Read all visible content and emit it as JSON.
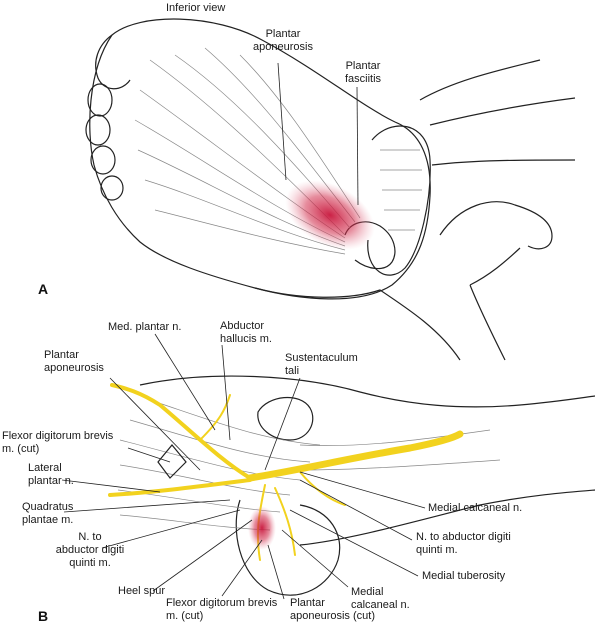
{
  "panel_a": {
    "letter": "A",
    "view_caption": "Inferior view",
    "labels": {
      "plantar_aponeurosis": "Plantar\naponeurosis",
      "plantar_fasciitis": "Plantar\nfasciitis"
    }
  },
  "panel_b": {
    "letter": "B",
    "labels": {
      "med_plantar_n": "Med. plantar n.",
      "abductor_hallucis": "Abductor\nhallucis m.",
      "plantar_aponeurosis": "Plantar\naponeurosis",
      "sustentaculum_tali": "Sustentaculum\ntali",
      "flexor_digitorum_brevis_cut": "Flexor digitorum brevis\nm. (cut)",
      "lateral_plantar_n": "Lateral\nplantar n.",
      "quadratus_plantae": "Quadratus\nplantae m.",
      "n_abductor_digiti_quinti_left": "N. to\nabductor digiti\nquinti m.",
      "heel_spur": "Heel spur",
      "flexor_digitorum_brevis_cut_bottom": "Flexor digitorum brevis\nm. (cut)",
      "plantar_aponeurosis_cut": "Plantar\naponeurosis (cut)",
      "medial_calcaneal_n_bottom": "Medial\ncalcaneal n.",
      "medial_tuberosity": "Medial tuberosity",
      "n_abductor_digiti_quinti_right": "N. to abductor digiti\nquinti m.",
      "medial_calcaneal_n_right": "Medial calcaneal n."
    }
  },
  "colors": {
    "nerve": "#f2d21e",
    "inflammation": "#d2304e",
    "outline": "#222222",
    "fiber": "#888888"
  }
}
